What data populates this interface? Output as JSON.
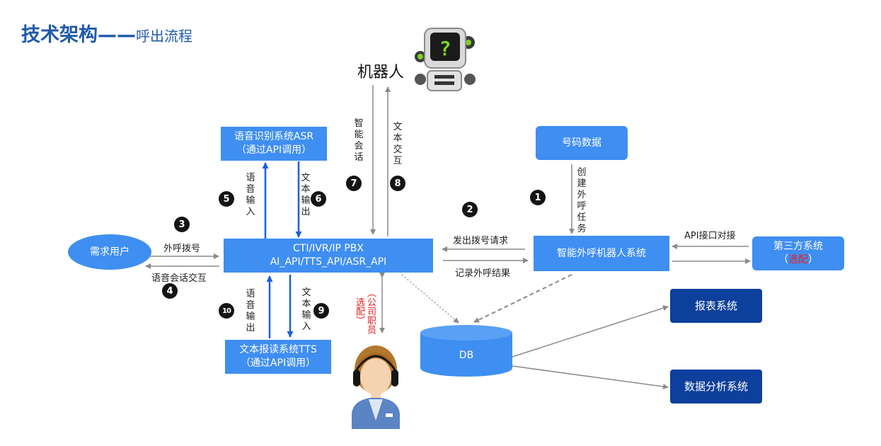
{
  "title": {
    "main": "技术架构",
    "dash": "——",
    "sub": "呼出流程"
  },
  "nodes": {
    "asr": {
      "line1": "语音识别系统ASR",
      "line2": "（通过API调用）"
    },
    "cti": {
      "line1": "CTI/IVR/IP PBX",
      "line2": "AI_API/TTS_API/ASR_API"
    },
    "tts": {
      "line1": "文本报读系统TTS",
      "line2": "（通过API调用）"
    },
    "user": {
      "label": "需求用户"
    },
    "number_data": {
      "label": "号码数据"
    },
    "robot_system": {
      "label": "智能外呼机器人系统"
    },
    "third_party": {
      "line1": "第三方系统",
      "paren_open": "（",
      "optional": "选配",
      "paren_close": "）"
    },
    "db": {
      "label": "DB"
    },
    "report": {
      "label": "报表系统"
    },
    "analysis": {
      "label": "数据分析系统"
    },
    "robot": {
      "label": "机器人"
    }
  },
  "labels": {
    "outbound_dial": "外呼拨号",
    "voice_interaction": "语音会话交互",
    "voice_input": "语音输入",
    "text_output": "文本输出",
    "smart_conversation": "智能会话",
    "text_interaction": "文本交互",
    "dial_request": "发出拨号请求",
    "record_result": "记录外呼结果",
    "create_task": "创建外呼任务",
    "api_docking": "API接口对接",
    "voice_output": "语音输出",
    "text_input": "文本输入",
    "staff_optional": "（公司职员选配）"
  },
  "steps": [
    "1",
    "2",
    "3",
    "4",
    "5",
    "6",
    "7",
    "8",
    "9",
    "10"
  ],
  "colors": {
    "title": "#1f5aa8",
    "light_box": "#3f8ef1",
    "dark_box": "#0d3f9c",
    "blue_arrow": "#1a5fe0",
    "gray_arrow": "#8a8a8a",
    "optional_text": "#e8201e"
  },
  "icons": {
    "robot": "robot-icon",
    "agent": "call-center-agent-icon"
  }
}
